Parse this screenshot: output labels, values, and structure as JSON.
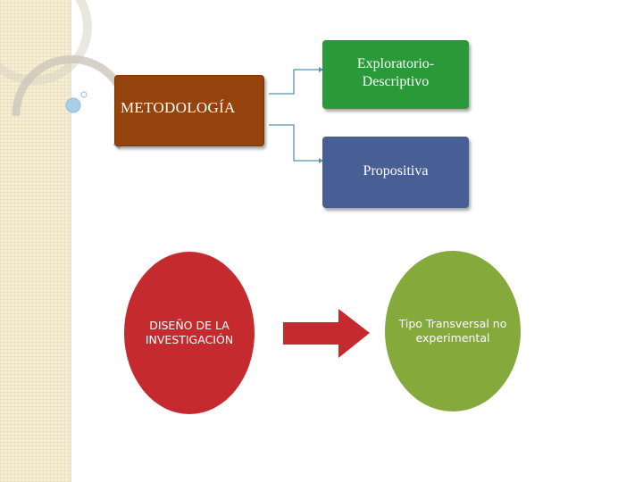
{
  "methodology": {
    "label": "METODOLOGÍA",
    "color": "#93430b"
  },
  "branches": [
    {
      "label": "Exploratorio-\nDescriptivo",
      "color": "#2a9a38"
    },
    {
      "label": "Propositiva",
      "color": "#475f94"
    }
  ],
  "design": {
    "label": "DISEÑO DE LA INVESTIGACIÓN",
    "color": "#c52b2e"
  },
  "type": {
    "label": "Tipo Transversal no experimental",
    "color": "#85a93a"
  },
  "arrow": {
    "color": "#c52b2e"
  },
  "connector": {
    "color": "#5a8fb6"
  }
}
